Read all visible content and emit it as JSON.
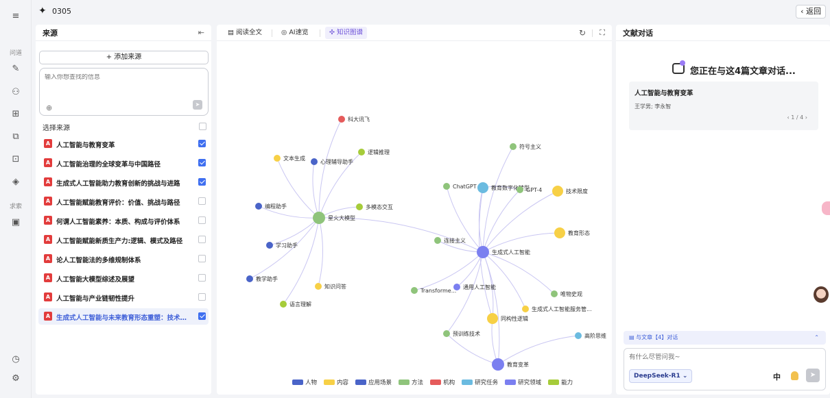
{
  "topbar": {
    "title": "0305",
    "back_label": "返回"
  },
  "rail": {
    "section1": "问道",
    "section2": "求索"
  },
  "sources": {
    "header": "来源",
    "add_label": "+ 添加来源",
    "search_placeholder": "输入你想查找的信息",
    "select_label": "选择来源",
    "items": [
      {
        "title": "人工智能与教育变革",
        "checked": true
      },
      {
        "title": "人工智能治理的全球变革与中国路径",
        "checked": true
      },
      {
        "title": "生成式人工智能助力教育创新的挑战与进路",
        "checked": true
      },
      {
        "title": "人工智能赋能教育评价：价值、挑战与路径",
        "checked": false
      },
      {
        "title": "何谓人工智能素养：本质、构成与评价体系",
        "checked": false
      },
      {
        "title": "人工智能赋能新质生产力:逻辑、模式及路径",
        "checked": false
      },
      {
        "title": "论人工智能法的多维规制体系",
        "checked": false
      },
      {
        "title": "人工智能大模型综述及展望",
        "checked": false
      },
      {
        "title": "人工智能与产业链韧性提升",
        "checked": false
      },
      {
        "title": "生成式人工智能与未来教育形态重塑：技术框架、能力特征及应用趋势",
        "checked": true
      }
    ]
  },
  "tabs": {
    "read": "阅读全文",
    "ai": "AI速览",
    "kg": "知识图谱"
  },
  "graph": {
    "nodes": [
      {
        "id": "kdxf",
        "label": "科大讯飞",
        "type": "org"
      },
      {
        "id": "wbsc",
        "label": "文本生成",
        "type": "content"
      },
      {
        "id": "xlfd",
        "label": "心理辅导助手",
        "type": "app"
      },
      {
        "id": "ljtl",
        "label": "逻辑推理",
        "type": "ability"
      },
      {
        "id": "bczs",
        "label": "编程助手",
        "type": "app"
      },
      {
        "id": "dmtjh",
        "label": "多模态交互",
        "type": "ability"
      },
      {
        "id": "xhdmx",
        "label": "星火大模型",
        "type": "method"
      },
      {
        "id": "xxzs",
        "label": "学习助手",
        "type": "app"
      },
      {
        "id": "jxzs",
        "label": "教学助手",
        "type": "app"
      },
      {
        "id": "zswd",
        "label": "知识问答",
        "type": "content"
      },
      {
        "id": "yylj",
        "label": "语言理解",
        "type": "ability"
      },
      {
        "id": "fhzy",
        "label": "符号主义",
        "type": "method"
      },
      {
        "id": "chatgpt",
        "label": "ChatGPT",
        "type": "method"
      },
      {
        "id": "jyszh",
        "label": "教育数字化转型",
        "type": "task"
      },
      {
        "id": "gpt4",
        "label": "GPT-4",
        "type": "method"
      },
      {
        "id": "jsjd",
        "label": "技术限度",
        "type": "content"
      },
      {
        "id": "ljzy",
        "label": "连接主义",
        "type": "method"
      },
      {
        "id": "jyxt",
        "label": "教育形态",
        "type": "content"
      },
      {
        "id": "scsrgzn",
        "label": "生成式人工智能",
        "type": "field"
      },
      {
        "id": "transformer",
        "label": "Transforme...",
        "type": "method"
      },
      {
        "id": "tyrgzn",
        "label": "通用人工智能",
        "type": "field"
      },
      {
        "id": "wwsg",
        "label": "唯物史观",
        "type": "method"
      },
      {
        "id": "scsfw",
        "label": "生成式人工智能服务管...",
        "type": "content"
      },
      {
        "id": "tgxlj",
        "label": "同构性逻辑",
        "type": "content"
      },
      {
        "id": "yxljs",
        "label": "预训练技术",
        "type": "method"
      },
      {
        "id": "gjsw",
        "label": "高阶思维",
        "type": "task"
      },
      {
        "id": "jybg",
        "label": "教育变革",
        "type": "field"
      }
    ],
    "legend": [
      {
        "label": "人物",
        "color": "#4a64c8"
      },
      {
        "label": "内容",
        "color": "#f7d046"
      },
      {
        "label": "应用场景",
        "color": "#4a64c8"
      },
      {
        "label": "方法",
        "color": "#8fc47b"
      },
      {
        "label": "机构",
        "color": "#e55b5b"
      },
      {
        "label": "研究任务",
        "color": "#6bbbe0"
      },
      {
        "label": "研究领域",
        "color": "#7b7ff0"
      },
      {
        "label": "能力",
        "color": "#a6cc3a"
      }
    ]
  },
  "chat": {
    "header": "文献对话",
    "intro": "您正在与这4篇文章对话...",
    "card_title": "人工智能与教育变革",
    "card_authors": "王学男; 李永智",
    "card_page": "1 / 4",
    "bar_label": "与文章【4】对话",
    "input_placeholder": "有什么尽管问我~",
    "model": "DeepSeek-R1",
    "lang": "中"
  }
}
